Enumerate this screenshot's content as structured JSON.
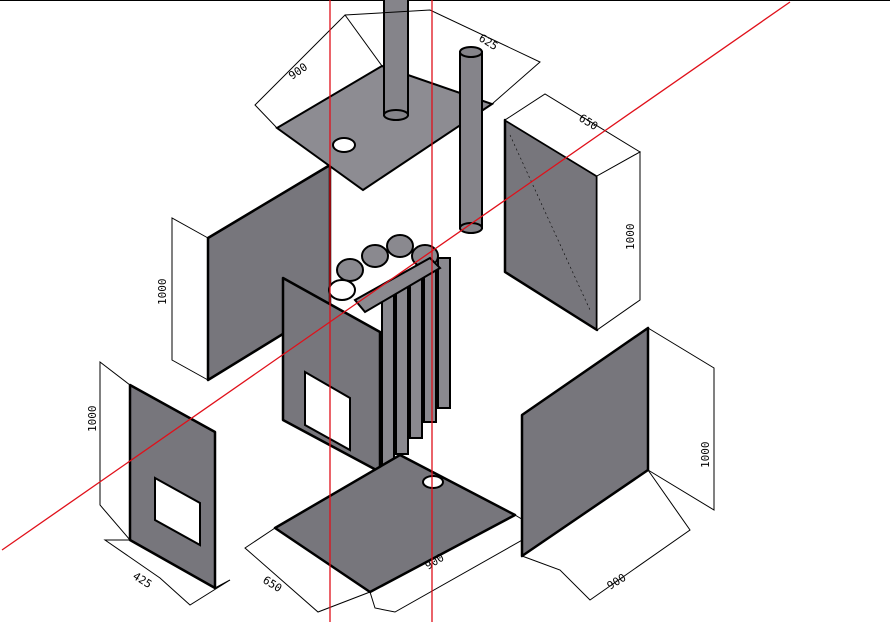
{
  "drawing": {
    "title": "Exploded isometric view of stove with panels",
    "colors": {
      "axis": "#e0101a",
      "panel": "#77767c",
      "line": "#000000"
    },
    "dimensions": {
      "top_plate_width": "900",
      "top_plate_depth": "625",
      "back_right_depth": "650",
      "back_right_height": "1000",
      "back_left_height": "1000",
      "front_left_height": "1000",
      "front_left_width": "425",
      "bottom_plate_depth": "650",
      "bottom_plate_width": "900",
      "front_right_height": "1000",
      "front_right_width": "900"
    }
  }
}
